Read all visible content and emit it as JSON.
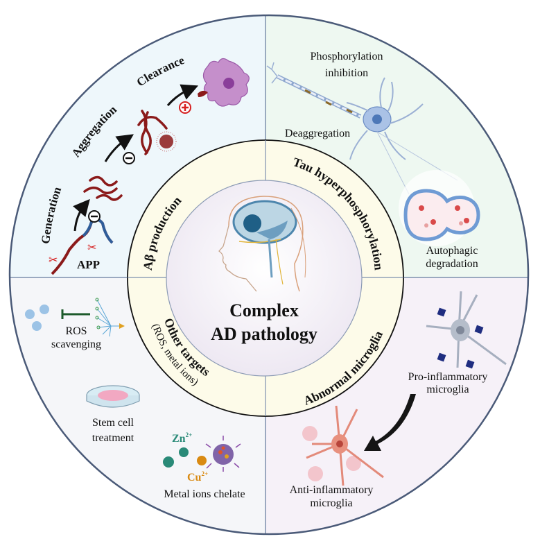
{
  "center": {
    "line1": "Complex",
    "line2": "AD pathology",
    "icon": "human-head-brain-illustration"
  },
  "ring_labels": {
    "top_left": "Aβ production",
    "top_right": "Tau hyperphosphorylation",
    "bottom_right": "Abnormal microglia",
    "bottom_left": "Other targets",
    "bottom_left_sub": "(ROS, metal ions)"
  },
  "quadrants": {
    "abeta": {
      "generation": "Generation",
      "aggregation": "Aggregation",
      "clearance": "Clearance",
      "app": "APP",
      "inhibit_symbol": "⊖",
      "promote_symbol": "⊕"
    },
    "tau": {
      "phospho_line1": "Phosphorylation",
      "phospho_line2": "inhibition",
      "deaggregation": "Deaggregation",
      "autophagic_line1": "Autophagic",
      "autophagic_line2": "degradation"
    },
    "microglia": {
      "pro_line1": "Pro-inflammatory",
      "pro_line2": "microglia",
      "anti_line1": "Anti-inflammatory",
      "anti_line2": "microglia"
    },
    "other": {
      "ros_line1": "ROS",
      "ros_line2": "scavenging",
      "stem_line1": "Stem cell",
      "stem_line2": "treatment",
      "zn": "Zn",
      "zn_charge": "2+",
      "cu": "Cu",
      "cu_charge": "2+",
      "metal": "Metal ions chelate"
    }
  },
  "colors": {
    "q_abeta": "#eef7fb",
    "q_tau": "#eef8f1",
    "q_microglia": "#f6f1f8",
    "q_other": "#f5f6f9",
    "ring": "#fdfbe9",
    "divider": "#7d8fae",
    "outline": "#4a5a78",
    "amyloid": "#8b1a1a",
    "zn": "#2a8a78",
    "cu": "#d98a12"
  }
}
